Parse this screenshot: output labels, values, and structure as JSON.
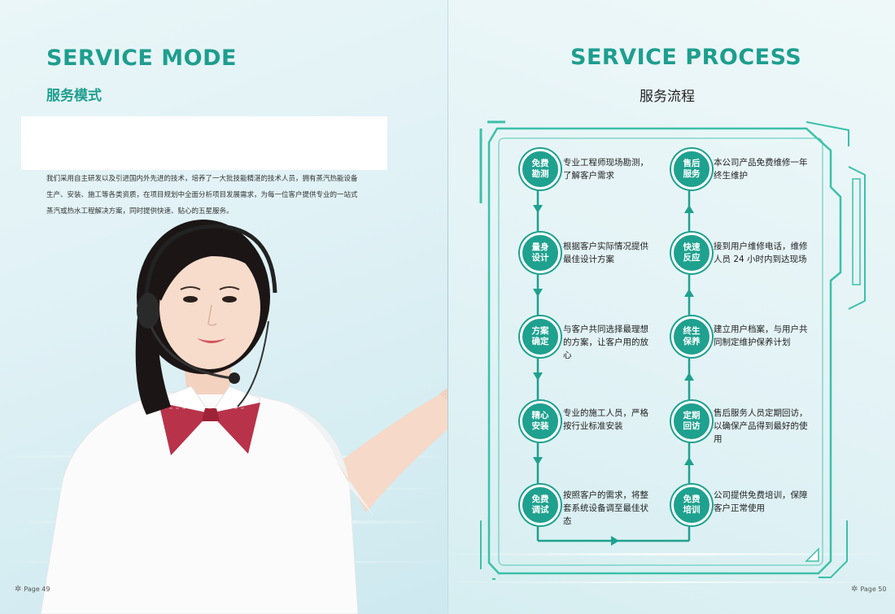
{
  "left_page": {
    "title_en": "SERVICE MODE",
    "title_cn": "服务模式",
    "intro_lines": [
      "我们采用自主研发以及引进国内外先进的技术，培养了一大批技能精湛的技术人员，拥有蒸汽热能设备",
      "生产、安装、施工等各类资质，在项目规划中全面分析项目发展需求，为每一位客户提供专业的一站式",
      "蒸汽或热水工程解决方案，同时提供快速、贴心的五星服务。"
    ],
    "page_label": "Page 49"
  },
  "right_page": {
    "title_en": "SERVICE PROCESS",
    "title_cn": "服务流程",
    "page_label": "Page 50",
    "left_steps": [
      {
        "circle": "免费勘测",
        "lines": [
          "专业工程师现场勘测，",
          "了解客户需求"
        ]
      },
      {
        "circle": "量身设计",
        "lines": [
          "根据客户实际情况提供",
          "最佳设计方案"
        ]
      },
      {
        "circle": "方案确定",
        "lines": [
          "与客户共同选择最理想",
          "的方案，让客户用的放",
          "心"
        ]
      },
      {
        "circle": "精心安装",
        "lines": [
          "专业的施工人员，严格",
          "按行业标准安装"
        ]
      },
      {
        "circle": "免费调试",
        "lines": [
          "按照客户的需求，将整",
          "套系统设备调至最佳状",
          "态"
        ]
      }
    ],
    "right_steps": [
      {
        "circle": "售后服务",
        "lines": [
          "本公司产品免费维修一年",
          "终生维护"
        ]
      },
      {
        "circle": "快速反应",
        "lines": [
          "接到用户维修电话，维修",
          "人员 24 小时内到达现场"
        ]
      },
      {
        "circle": "终生保养",
        "lines": [
          "建立用户档案，与用户共",
          "同制定维护保养计划"
        ]
      },
      {
        "circle": "定期回访",
        "lines": [
          "售后服务人员定期回访，",
          "以确保产品得到最好的使",
          "用"
        ]
      },
      {
        "circle": "免费培训",
        "lines": [
          "公司提供免费培训，保障",
          "客户正常使用"
        ]
      }
    ]
  },
  "colors": {
    "accent": "#1e9e8e",
    "circle_fill": "#1fa18f",
    "frame": "#3cc0a8"
  }
}
